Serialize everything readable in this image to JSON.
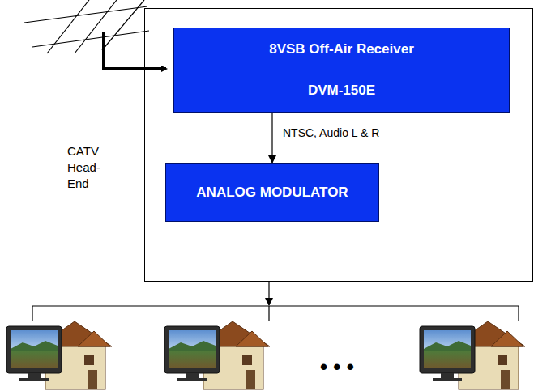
{
  "diagram": {
    "nodes": [
      {
        "text": [
          "CATV Head-End"
        ]
      },
      {
        "text": [
          "8VSB Off-Air Receiver",
          "DVM-150E"
        ],
        "in": 0
      },
      {
        "text": [
          "ANALOG MODULATOR"
        ],
        "in": 0
      }
    ],
    "edges": [
      {
        "from": 1,
        "to": 2,
        "label": "NTSC, Audio L & R",
        "arrow": "to"
      }
    ],
    "labels": [
      "• • •"
    ]
  }
}
